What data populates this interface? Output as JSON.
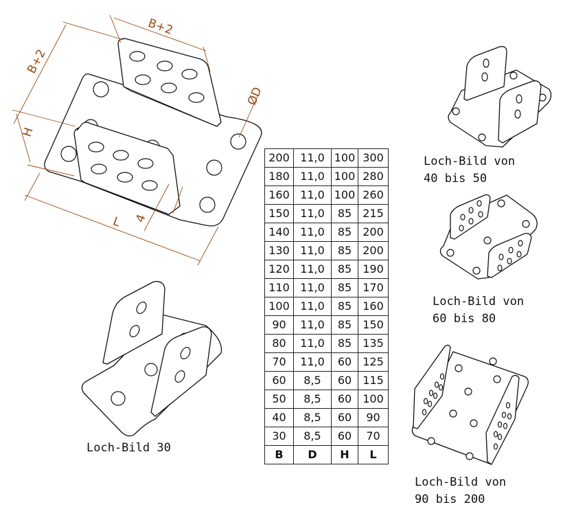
{
  "dimension_labels": {
    "width_top": "B+2",
    "width_side": "B+2",
    "height": "H",
    "hole_diameter": "ØD",
    "length": "L",
    "thickness": "4"
  },
  "captions": {
    "pattern_30": "Loch-Bild 30",
    "pattern_40_50": [
      "Loch-Bild von",
      "40 bis 50"
    ],
    "pattern_60_80": [
      "Loch-Bild von",
      "60 bis 80"
    ],
    "pattern_90_200": [
      "Loch-Bild von",
      "90 bis 200"
    ]
  },
  "table": {
    "headers": [
      "B",
      "D",
      "H",
      "L"
    ],
    "rows": [
      [
        "200",
        "11,0",
        "100",
        "300"
      ],
      [
        "180",
        "11,0",
        "100",
        "280"
      ],
      [
        "160",
        "11,0",
        "100",
        "260"
      ],
      [
        "150",
        "11,0",
        "85",
        "215"
      ],
      [
        "140",
        "11,0",
        "85",
        "200"
      ],
      [
        "130",
        "11,0",
        "85",
        "200"
      ],
      [
        "120",
        "11,0",
        "85",
        "190"
      ],
      [
        "110",
        "11,0",
        "85",
        "170"
      ],
      [
        "100",
        "11,0",
        "85",
        "160"
      ],
      [
        "90",
        "11,0",
        "85",
        "150"
      ],
      [
        "80",
        "11,0",
        "85",
        "135"
      ],
      [
        "70",
        "11,0",
        "60",
        "125"
      ],
      [
        "60",
        "8,5",
        "60",
        "115"
      ],
      [
        "50",
        "8,5",
        "60",
        "100"
      ],
      [
        "40",
        "8,5",
        "60",
        "90"
      ],
      [
        "30",
        "8,5",
        "60",
        "70"
      ]
    ]
  },
  "colors": {
    "dimension": "#9b4a12",
    "line": "#111111"
  }
}
